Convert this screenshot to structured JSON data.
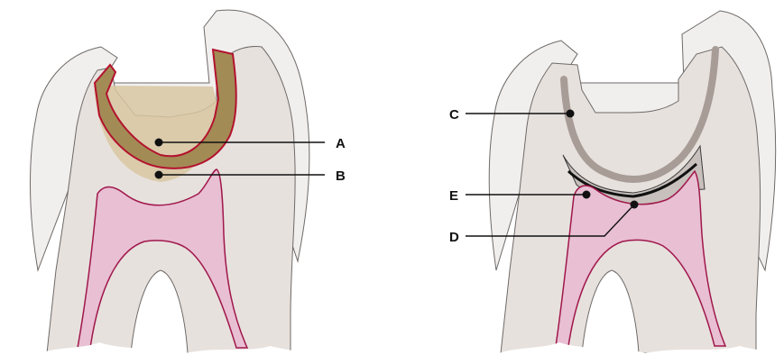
{
  "figure": {
    "left_panel": {
      "labels": {
        "a": "A",
        "b": "B"
      }
    },
    "right_panel": {
      "labels": {
        "c": "C",
        "d": "D",
        "e": "E"
      }
    }
  },
  "colors": {
    "enamel": "#f1efee",
    "enamel_stroke": "#6e6a68",
    "dentin": "#e7e1dd",
    "pulp": "#e8bfd3",
    "pulp_stroke": "#a0174b",
    "caries": "#a38b55",
    "caries_halo": "#d8c7a2",
    "caries_border": "#b3122e",
    "liner_band": "#a89c97",
    "base_material": "#c8c0bc",
    "leader": "#111111"
  }
}
